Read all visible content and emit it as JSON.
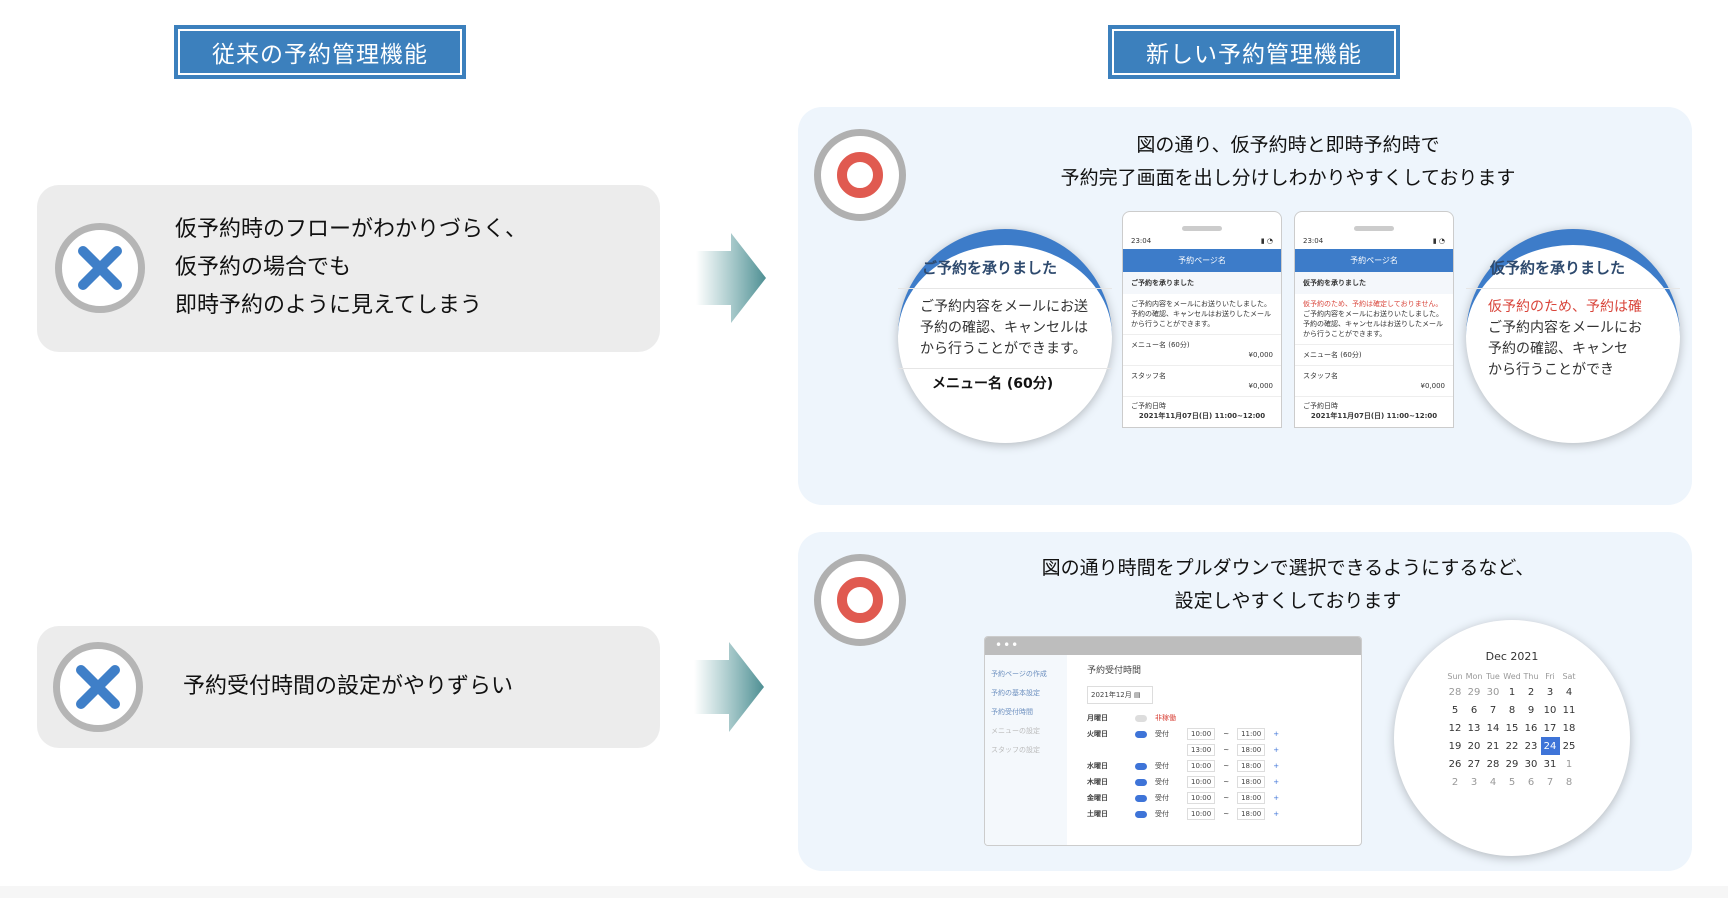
{
  "headers": {
    "old": "従来の予約管理機能",
    "new": "新しい予約管理機能"
  },
  "old_items": [
    {
      "lines": [
        "仮予約時のフローがわかりづらく、",
        "仮予約の場合でも",
        "即時予約のように見えてしまう"
      ],
      "icon": "x-icon"
    },
    {
      "lines": [
        "予約受付時間の設定がやりずらい"
      ],
      "icon": "x-icon"
    }
  ],
  "new_items": [
    {
      "lines": [
        "図の通り、仮予約時と即時予約時で",
        "予約完了画面を出し分けしわかりやすくしております"
      ],
      "icon": "circle-icon"
    },
    {
      "lines": [
        "図の通り時間をプルダウンで選択できるようにするなど、",
        "設定しやすくしております"
      ],
      "icon": "circle-icon"
    }
  ],
  "phone1": {
    "time": "23:04",
    "title": "予約ページ名",
    "sub": "ご予約を承りました",
    "msg": "ご予約内容をメールにお送りいたしました。予約の確認、キャンセルはお送りしたメールから行うことができます。",
    "menu": "メニュー名 (60分)",
    "menu_price": "¥0,000",
    "staff": "スタッフ名",
    "staff_price": "¥0,000",
    "date_label": "ご予約日時",
    "date": "2021年11月07日(日) 11:00~12:00"
  },
  "mag1": {
    "title": "ご予約を承りました",
    "lines": [
      "ご予約内容をメールにお送",
      "予約の確認、キャンセルは",
      "から行うことができます。"
    ],
    "menu": "メニュー名 (60分)"
  },
  "phone2": {
    "time": "23:04",
    "title": "予約ページ名",
    "sub": "仮予約を承りました",
    "warn": "仮予約のため、予約は確定しておりません。",
    "msg": "ご予約内容をメールにお送りいたしました。予約の確認、キャンセルはお送りしたメールから行うことができます。",
    "menu": "メニュー名 (60分)",
    "staff": "スタッフ名",
    "staff_price": "¥0,000",
    "date_label": "ご予約日時",
    "date": "2021年11月07日(日) 11:00~12:00"
  },
  "mag2": {
    "title": "仮予約を承りました",
    "warn": "仮予約のため、予約は確",
    "lines": [
      "ご予約内容をメールにお",
      "予約の確認、キャンセ",
      "から行うことができ"
    ]
  },
  "settings": {
    "dots": "•••",
    "nav": [
      "予約ページの作成",
      "予約の基本設定",
      "予約受付時間",
      "メニューの設定",
      "スタッフの設定"
    ],
    "heading": "予約受付時間",
    "month": "2021年12月",
    "rows": [
      {
        "day": "月曜日",
        "status": "非稼働",
        "on": false,
        "ranges": []
      },
      {
        "day": "火曜日",
        "status": "受付",
        "on": true,
        "ranges": [
          [
            "10:00",
            "11:00"
          ],
          [
            "13:00",
            "18:00"
          ]
        ]
      },
      {
        "day": "水曜日",
        "status": "受付",
        "on": true,
        "ranges": [
          [
            "10:00",
            "18:00"
          ]
        ]
      },
      {
        "day": "木曜日",
        "status": "受付",
        "on": true,
        "ranges": [
          [
            "10:00",
            "18:00"
          ]
        ]
      },
      {
        "day": "金曜日",
        "status": "受付",
        "on": true,
        "ranges": [
          [
            "10:00",
            "18:00"
          ]
        ]
      },
      {
        "day": "土曜日",
        "status": "受付",
        "on": true,
        "ranges": [
          [
            "10:00",
            "18:00"
          ]
        ]
      }
    ]
  },
  "calendar": {
    "title": "Dec 2021",
    "weekdays": [
      "Sun",
      "Mon",
      "Tue",
      "Wed",
      "Thu",
      "Fri",
      "Sat"
    ],
    "weeks": [
      [
        28,
        29,
        30,
        1,
        2,
        3,
        4
      ],
      [
        5,
        6,
        7,
        8,
        9,
        10,
        11
      ],
      [
        12,
        13,
        14,
        15,
        16,
        17,
        18
      ],
      [
        19,
        20,
        21,
        22,
        23,
        24,
        25
      ],
      [
        26,
        27,
        28,
        29,
        30,
        31,
        1
      ],
      [
        2,
        3,
        4,
        5,
        6,
        7,
        8
      ]
    ],
    "selected": 24
  },
  "colors": {
    "header": "#3c80bd",
    "old_card": "#ececec",
    "new_panel": "#eef5fc",
    "x": "#3f7fc8",
    "o": "#e05a50"
  }
}
